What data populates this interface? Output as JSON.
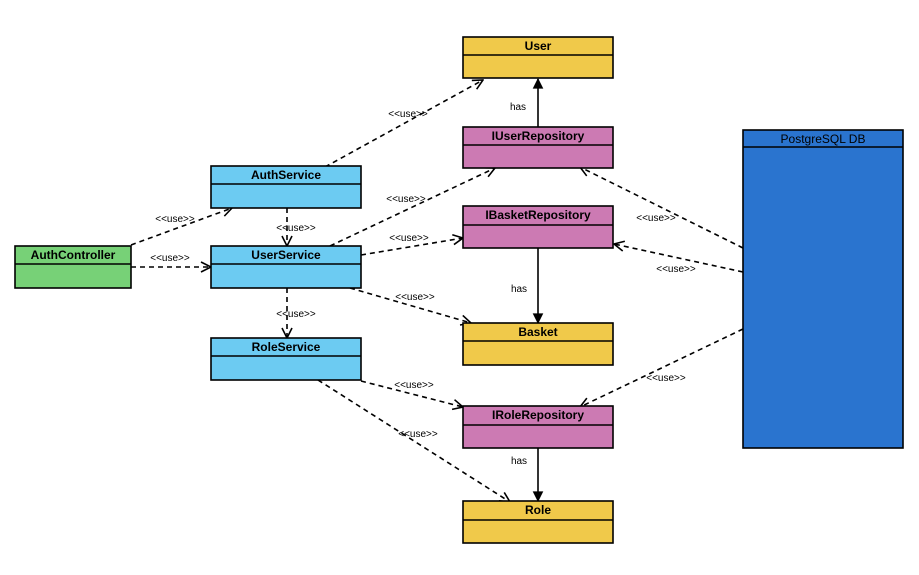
{
  "colors": {
    "controller": "#77d177",
    "service": "#6ccbf2",
    "repository": "#cc7ab3",
    "entity": "#f0c94a",
    "database": "#2a74cf",
    "line": "#000000"
  },
  "nodes": [
    {
      "id": "auth-controller",
      "label": "AuthController",
      "kind": "controller"
    },
    {
      "id": "auth-service",
      "label": "AuthService",
      "kind": "service"
    },
    {
      "id": "user-service",
      "label": "UserService",
      "kind": "service"
    },
    {
      "id": "role-service",
      "label": "RoleService",
      "kind": "service"
    },
    {
      "id": "user",
      "label": "User",
      "kind": "entity"
    },
    {
      "id": "iuser-repository",
      "label": "IUserRepository",
      "kind": "repository"
    },
    {
      "id": "ibasket-repository",
      "label": "IBasketRepository",
      "kind": "repository"
    },
    {
      "id": "basket",
      "label": "Basket",
      "kind": "entity"
    },
    {
      "id": "irole-repository",
      "label": "IRoleRepository",
      "kind": "repository"
    },
    {
      "id": "role",
      "label": "Role",
      "kind": "entity"
    },
    {
      "id": "postgresql-db",
      "label": "PostgreSQL DB",
      "kind": "database"
    }
  ],
  "edges": [
    {
      "id": "controller-to-authservice",
      "from": "auth-controller",
      "to": "auth-service",
      "label": "<<use>>",
      "style": "dashed"
    },
    {
      "id": "controller-to-userservice",
      "from": "auth-controller",
      "to": "user-service",
      "label": "<<use>>",
      "style": "dashed"
    },
    {
      "id": "authservice-to-user",
      "from": "auth-service",
      "to": "user",
      "label": "<<use>>",
      "style": "dashed"
    },
    {
      "id": "authservice-to-userservice",
      "from": "auth-service",
      "to": "user-service",
      "label": "<<use>>",
      "style": "dashed"
    },
    {
      "id": "userservice-to-iuserrepo",
      "from": "user-service",
      "to": "iuser-repository",
      "label": "<<use>>",
      "style": "dashed"
    },
    {
      "id": "userservice-to-ibasketrepo",
      "from": "user-service",
      "to": "ibasket-repository",
      "label": "<<use>>",
      "style": "dashed"
    },
    {
      "id": "userservice-to-basket",
      "from": "user-service",
      "to": "basket",
      "label": "<<use>>",
      "style": "dashed"
    },
    {
      "id": "userservice-to-roleservice",
      "from": "user-service",
      "to": "role-service",
      "label": "<<use>>",
      "style": "dashed"
    },
    {
      "id": "roleservice-to-irolerepo",
      "from": "role-service",
      "to": "irole-repository",
      "label": "<<use>>",
      "style": "dashed"
    },
    {
      "id": "roleservice-to-role",
      "from": "role-service",
      "to": "role",
      "label": "<<use>>",
      "style": "dashed"
    },
    {
      "id": "iuserrepo-to-user",
      "from": "iuser-repository",
      "to": "user",
      "label": "has",
      "style": "solid"
    },
    {
      "id": "ibasketrepo-to-basket",
      "from": "ibasket-repository",
      "to": "basket",
      "label": "has",
      "style": "solid"
    },
    {
      "id": "irolerepo-to-role",
      "from": "irole-repository",
      "to": "role",
      "label": "has",
      "style": "solid"
    },
    {
      "id": "db-to-iuserrepo",
      "from": "postgresql-db",
      "to": "iuser-repository",
      "label": "<<use>>",
      "style": "dashed"
    },
    {
      "id": "db-to-ibasketrepo",
      "from": "postgresql-db",
      "to": "ibasket-repository",
      "label": "<<use>>",
      "style": "dashed"
    },
    {
      "id": "db-to-irolerepo",
      "from": "postgresql-db",
      "to": "irole-repository",
      "label": "<<use>>",
      "style": "dashed"
    }
  ]
}
